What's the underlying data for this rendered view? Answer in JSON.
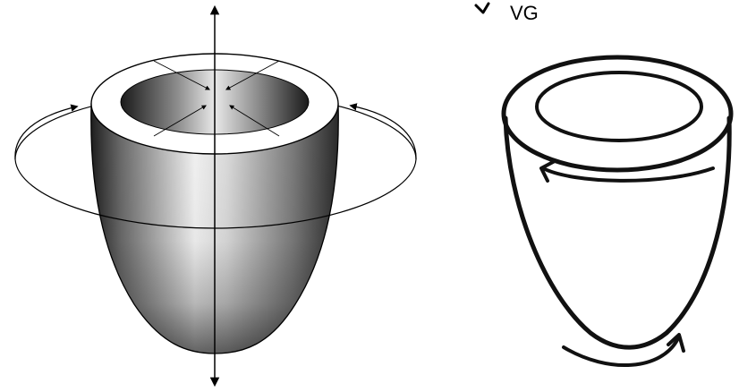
{
  "corner_label": "VG",
  "colors": {
    "ink": "#000000",
    "background": "#ffffff",
    "shade_dark": "#1a1a1a",
    "shade_light": "#f2f2f2"
  },
  "icons": [
    "vertical-axis-arrow",
    "rotation-ellipse-arrow",
    "radial-contraction-arrows",
    "twisting-arrows"
  ]
}
